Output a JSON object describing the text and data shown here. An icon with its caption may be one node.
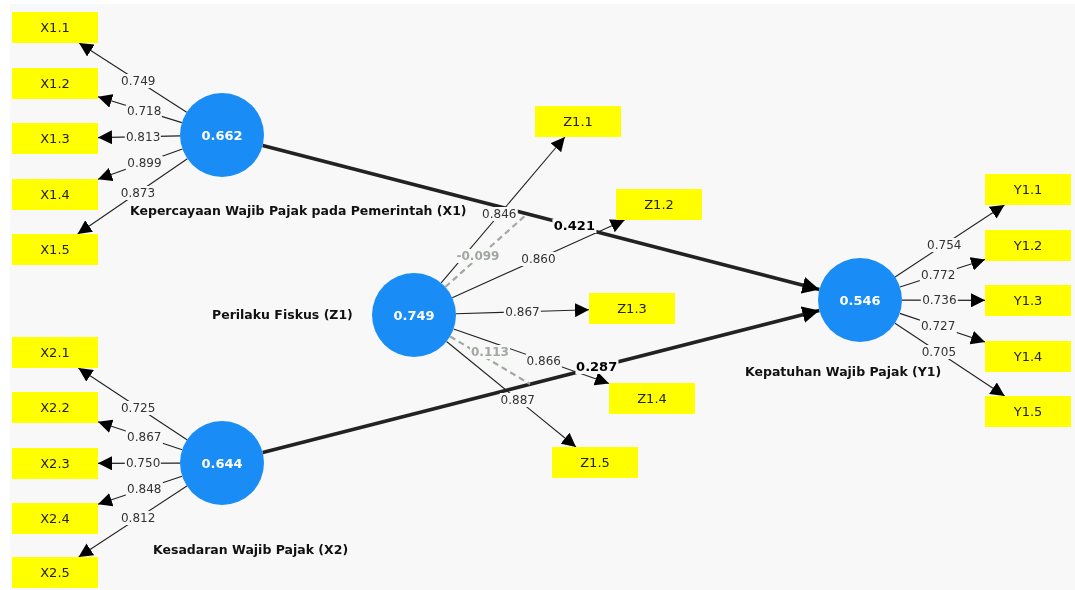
{
  "diagram": {
    "nodes": [
      {
        "text": [
          "0.662"
        ],
        "beside": [
          "Kepercayaan Wajib Pajak pada Pemerintah (X1)"
        ]
      },
      {
        "text": [
          "0.644"
        ],
        "beside": [
          "Kesadaran Wajib Pajak (X2)"
        ]
      },
      {
        "text": [
          "0.749"
        ],
        "beside": [
          "Perilaku Fiskus (Z1)"
        ]
      },
      {
        "text": [
          "0.546"
        ],
        "beside": [
          "Kepatuhan Wajib Pajak (Y1)"
        ]
      },
      {
        "text": [
          "X1.1"
        ]
      },
      {
        "text": [
          "X1.2"
        ]
      },
      {
        "text": [
          "X1.3"
        ]
      },
      {
        "text": [
          "X1.4"
        ]
      },
      {
        "text": [
          "X1.5"
        ]
      },
      {
        "text": [
          "X2.1"
        ]
      },
      {
        "text": [
          "X2.2"
        ]
      },
      {
        "text": [
          "X2.3"
        ]
      },
      {
        "text": [
          "X2.4"
        ]
      },
      {
        "text": [
          "X2.5"
        ]
      },
      {
        "text": [
          "Z1.1"
        ]
      },
      {
        "text": [
          "Z1.2"
        ]
      },
      {
        "text": [
          "Z1.3"
        ]
      },
      {
        "text": [
          "Z1.4"
        ]
      },
      {
        "text": [
          "Z1.5"
        ]
      },
      {
        "text": [
          "Y1.1"
        ]
      },
      {
        "text": [
          "Y1.2"
        ]
      },
      {
        "text": [
          "Y1.3"
        ]
      },
      {
        "text": [
          "Y1.4"
        ]
      },
      {
        "text": [
          "Y1.5"
        ]
      }
    ],
    "edges": [
      {
        "from": 0,
        "to": 4,
        "arrow": "to",
        "label": "0.749"
      },
      {
        "from": 0,
        "to": 5,
        "arrow": "to",
        "label": "0.718"
      },
      {
        "from": 0,
        "to": 6,
        "arrow": "to",
        "label": "0.813"
      },
      {
        "from": 0,
        "to": 7,
        "arrow": "to",
        "label": "0.899"
      },
      {
        "from": 0,
        "to": 8,
        "arrow": "to",
        "label": "0.873"
      },
      {
        "from": 1,
        "to": 9,
        "arrow": "to",
        "label": "0.725"
      },
      {
        "from": 1,
        "to": 10,
        "arrow": "to",
        "label": "0.867"
      },
      {
        "from": 1,
        "to": 11,
        "arrow": "to",
        "label": "0.750"
      },
      {
        "from": 1,
        "to": 12,
        "arrow": "to",
        "label": "0.848"
      },
      {
        "from": 1,
        "to": 13,
        "arrow": "to",
        "label": "0.812"
      },
      {
        "from": 2,
        "to": 14,
        "arrow": "to",
        "label": "0.846"
      },
      {
        "from": 2,
        "to": 15,
        "arrow": "to",
        "label": "0.860"
      },
      {
        "from": 2,
        "to": 16,
        "arrow": "to",
        "label": "0.867"
      },
      {
        "from": 2,
        "to": 17,
        "arrow": "to",
        "label": "0.866"
      },
      {
        "from": 2,
        "to": 18,
        "arrow": "to",
        "label": "0.887"
      },
      {
        "from": 3,
        "to": 19,
        "arrow": "to",
        "label": "0.754"
      },
      {
        "from": 3,
        "to": 20,
        "arrow": "to",
        "label": "0.772"
      },
      {
        "from": 3,
        "to": 21,
        "arrow": "to",
        "label": "0.736"
      },
      {
        "from": 3,
        "to": 22,
        "arrow": "to",
        "label": "0.727"
      },
      {
        "from": 3,
        "to": 23,
        "arrow": "to",
        "label": "0.705"
      },
      {
        "from": 0,
        "to": 3,
        "arrow": "to",
        "label": "0.421",
        "style": "thick"
      },
      {
        "from": 1,
        "to": 3,
        "arrow": "to",
        "label": "0.287",
        "style": "thick"
      },
      {
        "from": 2,
        "to": null,
        "arrow": "none",
        "label": "-0.099",
        "style": "dashed",
        "color": "#a0a8a0"
      },
      {
        "from": 2,
        "to": null,
        "arrow": "none",
        "label": "0.113",
        "style": "dashed",
        "color": "#a0a8a0"
      }
    ]
  }
}
